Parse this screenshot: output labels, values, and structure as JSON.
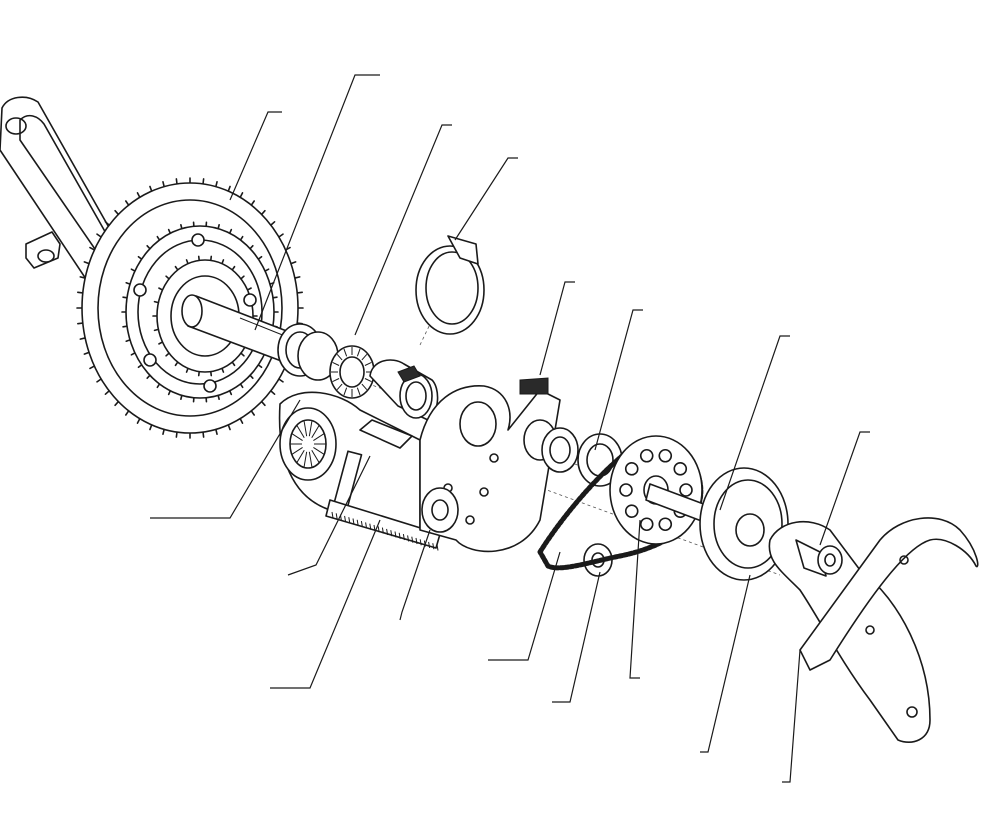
{
  "diagram": {
    "kind": "exploded-assembly",
    "colors": {
      "ink": "#1a1a1a",
      "paper": "#ffffff",
      "accent_mark": "#c0392b"
    },
    "callout_labels": [],
    "parts": [
      "left-crank-arm",
      "triple-chainring",
      "spindle",
      "bearing",
      "bearing-sleeve",
      "clamp-band",
      "motor-unit",
      "motor-gear",
      "mounting-plate",
      "drive-sprocket",
      "chain",
      "driven-sprocket",
      "bearing-cup",
      "right-crank-arm",
      "crank-bolt"
    ]
  }
}
